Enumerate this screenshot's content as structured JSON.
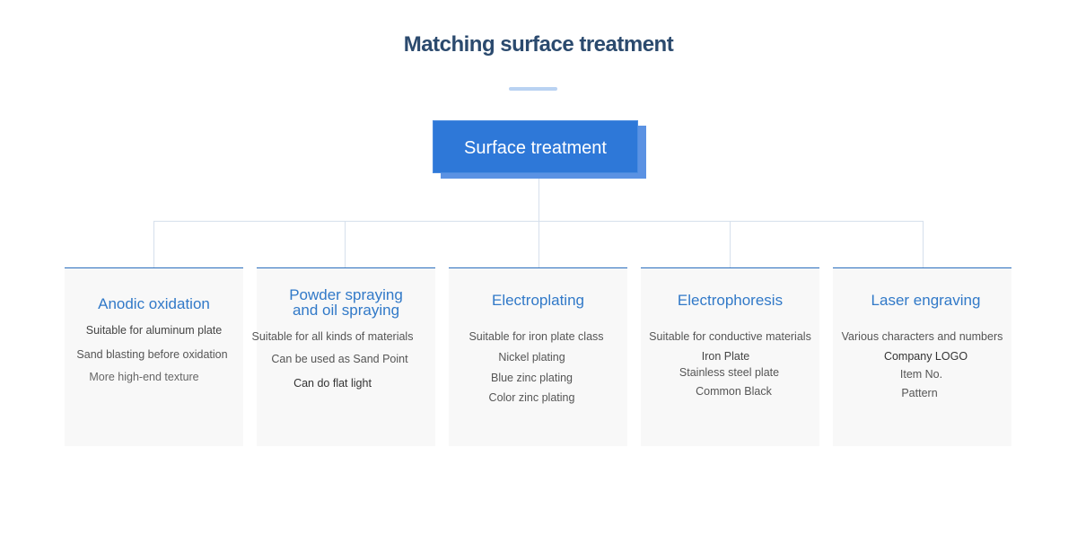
{
  "header": {
    "title": "Matching surface treatment"
  },
  "root": {
    "label": "Surface treatment"
  },
  "categories": [
    {
      "title": "Anodic oxidation",
      "items": [
        "Suitable for aluminum plate",
        "Sand blasting before oxidation",
        "More high-end texture"
      ]
    },
    {
      "title": "Powder spraying and oil spraying",
      "items": [
        "Suitable for all kinds of materials",
        "Can be used as Sand Point",
        "Can do flat light"
      ]
    },
    {
      "title": "Electroplating",
      "items": [
        "Suitable for iron plate class",
        "Nickel plating",
        "Blue zinc plating",
        "Color zinc plating"
      ]
    },
    {
      "title": "Electrophoresis",
      "items": [
        "Suitable for conductive materials",
        "Iron Plate",
        "Stainless steel plate",
        "Common Black"
      ]
    },
    {
      "title": "Laser engraving",
      "items": [
        "Various characters and numbers",
        "Company LOGO",
        "Item No.",
        "Pattern"
      ]
    }
  ],
  "colors": {
    "title": "#2b4a6e",
    "accent": "#2e78d8",
    "category_title": "#3179c8",
    "card_border": "#2a6ebd",
    "connector": "#d6e0ec"
  }
}
